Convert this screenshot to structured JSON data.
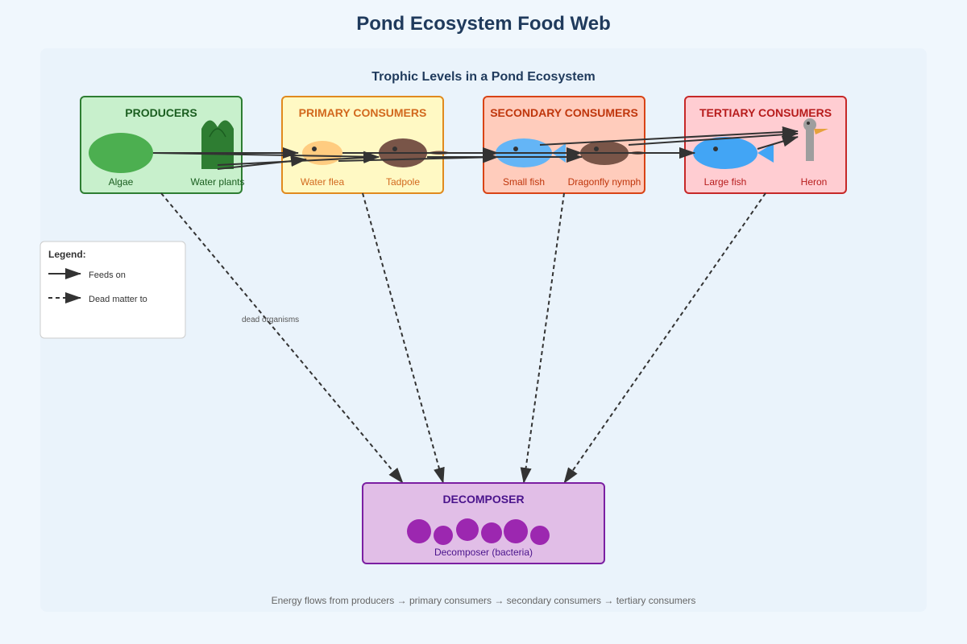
{
  "page_title": "Pond Ecosystem Food Web",
  "diagram": {
    "title": "Trophic Levels in a Pond Ecosystem",
    "levels": {
      "producers": {
        "label": "PRODUCERS",
        "organisms": [
          "Algae",
          "Water plants"
        ]
      },
      "primary": {
        "label": "PRIMARY CONSUMERS",
        "organisms": [
          "Water flea",
          "Tadpole"
        ]
      },
      "secondary": {
        "label": "SECONDARY CONSUMERS",
        "organisms": [
          "Small fish",
          "Dragonfly nymph"
        ]
      },
      "tertiary": {
        "label": "TERTIARY CONSUMERS",
        "organisms": [
          "Large fish",
          "Heron"
        ]
      },
      "decomposer": {
        "label": "DECOMPOSER",
        "organisms": [
          "Decomposer (bacteria)"
        ]
      }
    },
    "legend": {
      "title": "Legend:",
      "feeds_on": "Feeds on",
      "dead_matter": "Dead matter to"
    },
    "dead_label": "dead organisms",
    "footer": "Energy flows from producers → primary consumers → secondary consumers → tertiary consumers"
  },
  "colors": {
    "producers_fill": "#c8f0cc",
    "producers_stroke": "#2e7d32",
    "producers_text": "#1b5e20",
    "primary_fill": "#fff9c4",
    "primary_stroke": "#e08a1e",
    "primary_text": "#d2691e",
    "secondary_fill": "#ffccbc",
    "secondary_stroke": "#d84315",
    "secondary_text": "#bf360c",
    "tertiary_fill": "#ffcdd2",
    "tertiary_stroke": "#c62828",
    "tertiary_text": "#b71c1c",
    "decomposer_fill": "#e1bee7",
    "decomposer_stroke": "#7b1fa2",
    "decomposer_text": "#4a148c"
  }
}
